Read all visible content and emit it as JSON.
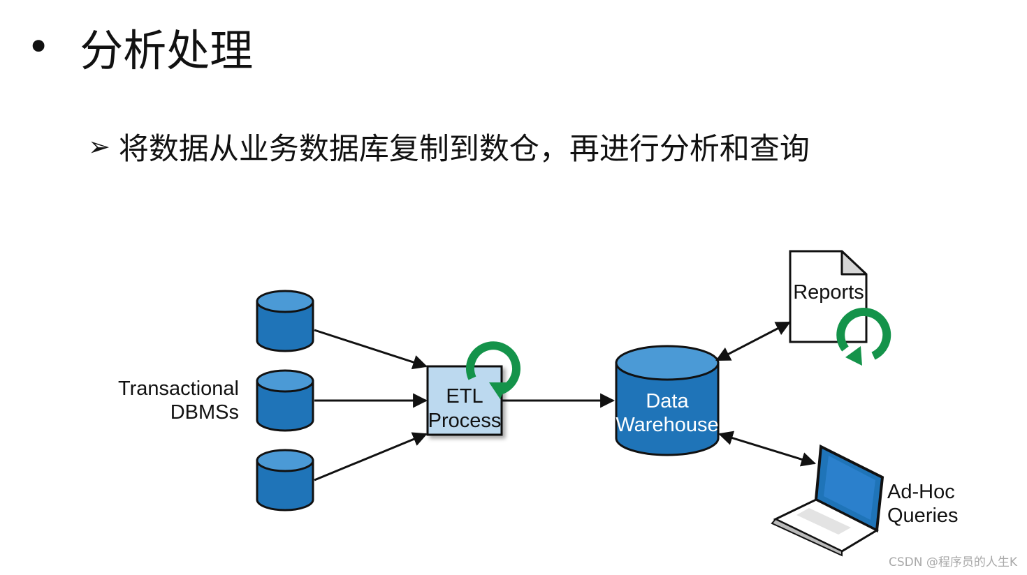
{
  "heading": {
    "bullet": "•",
    "text": "分析处理"
  },
  "subpoint": {
    "marker": "➢",
    "text": "将数据从业务数据库复制到数仓，再进行分析和查询"
  },
  "diagram": {
    "sources_label": [
      "Transactional",
      "DBMSs"
    ],
    "etl_label": [
      "ETL",
      "Process"
    ],
    "warehouse_label": [
      "Data",
      "Warehouse"
    ],
    "reports_label": "Reports",
    "adhoc_label": [
      "Ad-Hoc",
      "Queries"
    ],
    "colors": {
      "db_fill": "#1f74b8",
      "db_top": "#4b9ad6",
      "etl_fill": "#bcd9ef",
      "refresh": "#14934a"
    }
  },
  "watermark": "CSDN @程序员的人生K"
}
